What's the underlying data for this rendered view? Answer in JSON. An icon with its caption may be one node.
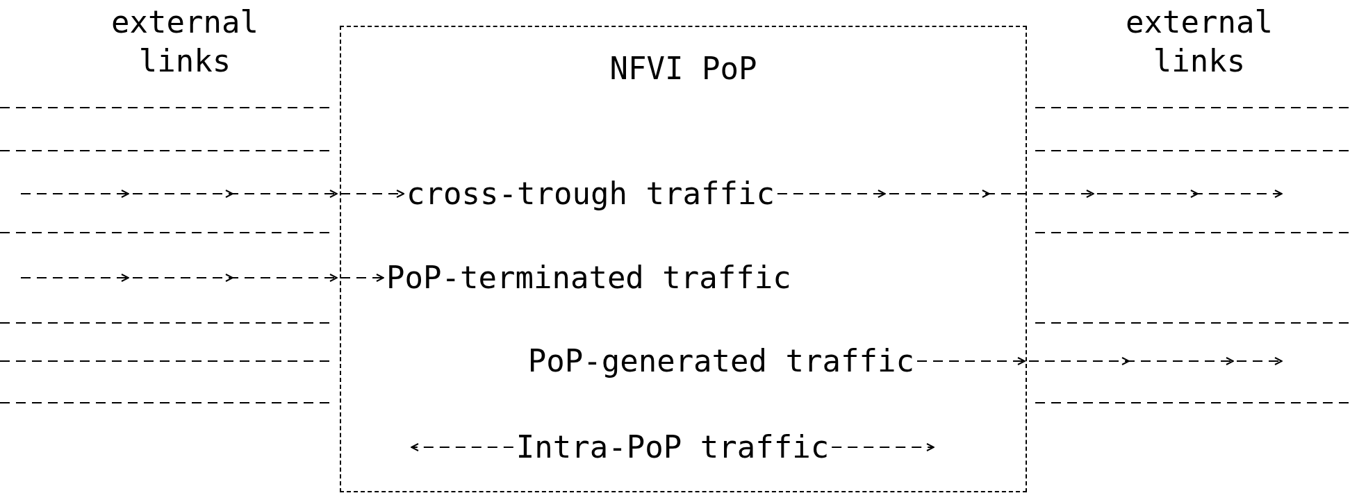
{
  "diagram": {
    "nodes": [
      {
        "text": [
          "NFVI PoP"
        ]
      },
      {
        "text": [
          "cross-trough traffic"
        ],
        "in": 0
      },
      {
        "text": [
          "PoP-terminated traffic"
        ],
        "in": 0
      },
      {
        "text": [
          "PoP-generated traffic"
        ],
        "in": 0
      },
      {
        "text": [
          "Intra-PoP traffic"
        ],
        "in": 0
      }
    ],
    "edges": [
      {
        "from": null,
        "to": 1,
        "arrow": "to"
      },
      {
        "from": 1,
        "to": null,
        "arrow": "to"
      },
      {
        "from": null,
        "to": 2,
        "arrow": "to"
      },
      {
        "from": 3,
        "to": null,
        "arrow": "to"
      },
      {
        "from": 4,
        "to": null,
        "arrow": "to"
      },
      {
        "from": 4,
        "to": null,
        "arrow": "to"
      }
    ],
    "labels": [
      "external links",
      "external links"
    ]
  }
}
